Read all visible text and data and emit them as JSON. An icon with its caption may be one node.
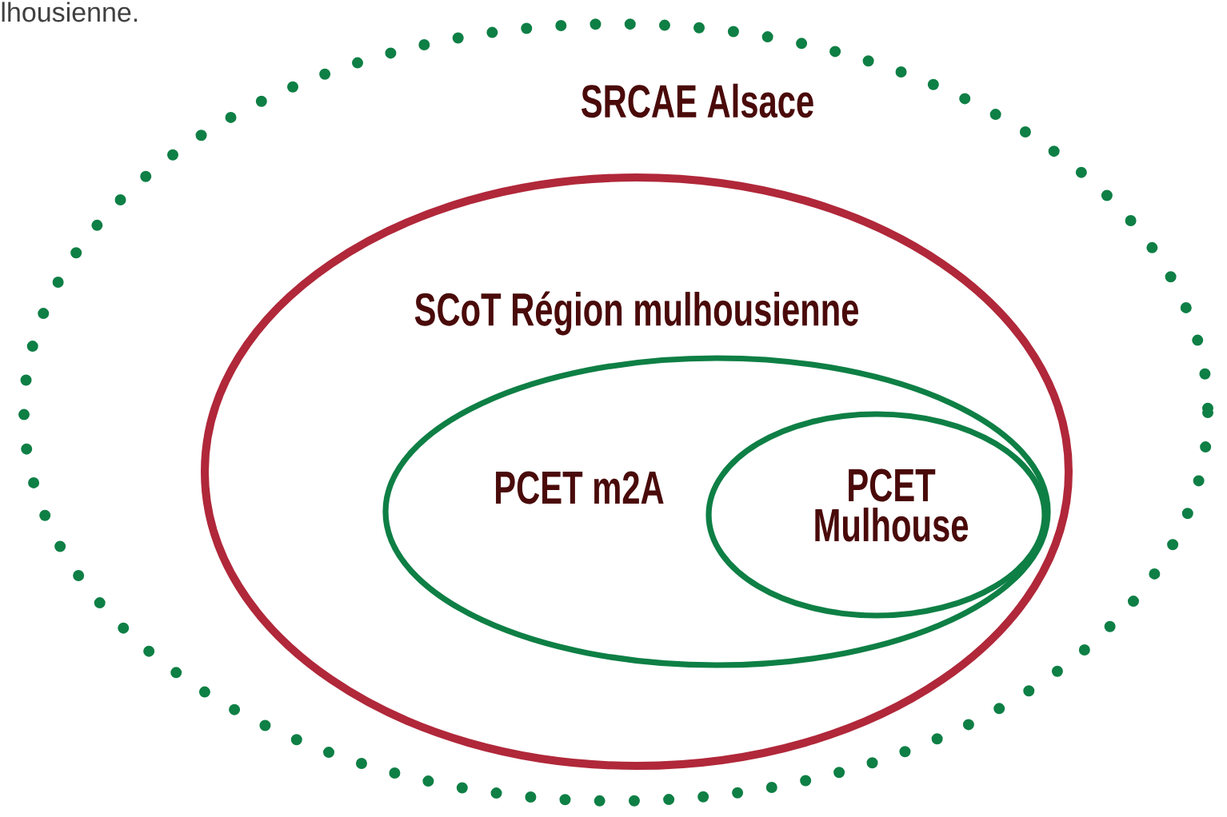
{
  "diagram": {
    "nodes": [
      {
        "text": [
          "SRCAE Alsace"
        ]
      },
      {
        "text": [
          "SCoT Région mulhousienne"
        ],
        "in": 0
      },
      {
        "text": [
          "PCET m2A"
        ],
        "in": 1
      },
      {
        "text": [
          "PCET Mulhouse"
        ],
        "in": 2
      }
    ],
    "labels": [
      "lhousienne."
    ]
  }
}
